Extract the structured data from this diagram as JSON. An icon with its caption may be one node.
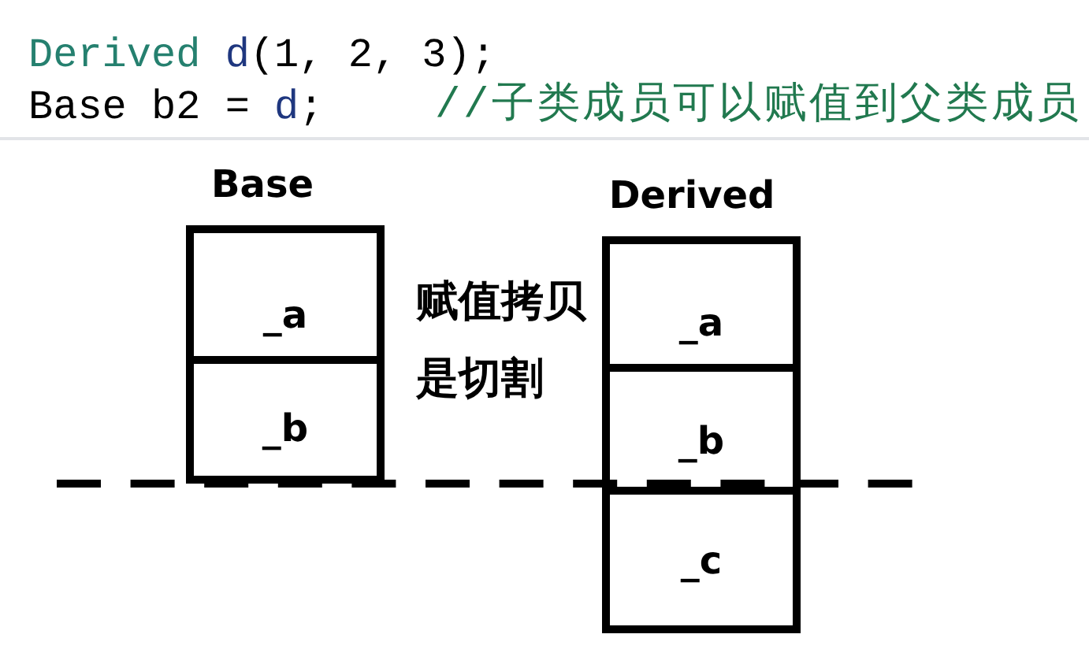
{
  "diagram": {
    "nodes": [
      {
        "text": [
          "Base"
        ]
      },
      {
        "text": [
          "_a"
        ],
        "in": 0
      },
      {
        "text": [
          "_b"
        ],
        "in": 0
      },
      {
        "text": [
          "Derived"
        ]
      },
      {
        "text": [
          "_a"
        ],
        "in": 3
      },
      {
        "text": [
          "_b"
        ],
        "in": 3
      },
      {
        "text": [
          "_c"
        ],
        "in": 3
      }
    ],
    "labels": [
      "Derived d(1, 2, 3);",
      "Base b2 = d;",
      "//子类成员可以赋值到父类成员",
      "赋值拷贝是切割"
    ]
  }
}
